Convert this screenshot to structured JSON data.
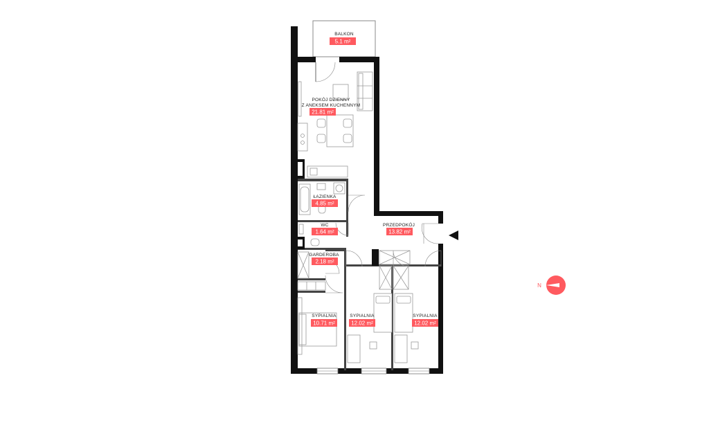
{
  "accent_color": "#ff5a5f",
  "wall_color": "#111111",
  "rooms": {
    "balkon": {
      "name": "BALKON",
      "area": "5.1 m²"
    },
    "pokoj": {
      "name_line1": "POKÓJ DZIENNY",
      "name_line2": "Z ANEKSEM KUCHENNYM",
      "area": "21.81 m²"
    },
    "lazienka": {
      "name": "ŁAZIENKA",
      "area": "4.85 m²"
    },
    "wc": {
      "name": "WC",
      "area": "1.64 m²"
    },
    "garderoba": {
      "name": "GARDEROBA",
      "area": "2.18 m²"
    },
    "przedpokoj": {
      "name": "PRZEDPOKÓJ",
      "area": "13.82 m²"
    },
    "sypialnia1": {
      "name": "SYPIALNIA",
      "area": "10.71 m²"
    },
    "sypialnia2": {
      "name": "SYPIALNIA",
      "area": "12.02 m²"
    },
    "sypialnia3": {
      "name": "SYPIALNIA",
      "area": "12.02 m²"
    }
  },
  "compass": {
    "label": "N",
    "icon": "compass-icon"
  },
  "entrance": {
    "icon": "entrance-arrow-icon"
  }
}
